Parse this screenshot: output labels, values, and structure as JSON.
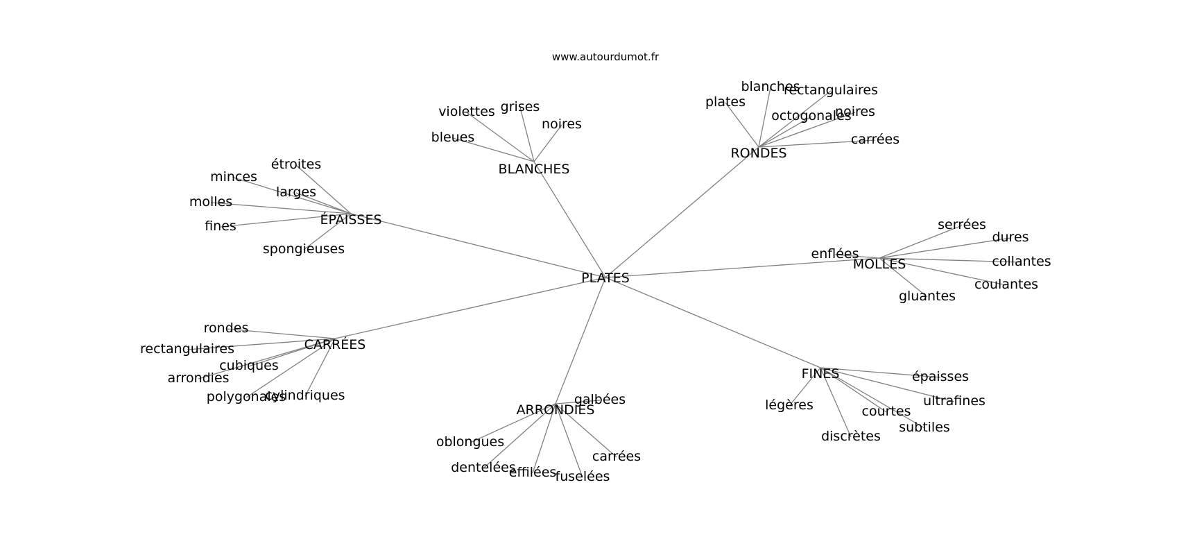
{
  "source": "www.autourdumot.fr",
  "colors": {
    "edge": "#808080",
    "text": "#000000",
    "background": "#ffffff"
  },
  "graph": {
    "root": "PLATES",
    "groups": [
      {
        "id": "blanches",
        "label": "BLANCHES",
        "children": [
          "violettes",
          "grises",
          "noires",
          "bleues"
        ]
      },
      {
        "id": "rondes",
        "label": "RONDES",
        "children": [
          "plates",
          "blanches",
          "rectangulaires",
          "octogonales",
          "noires",
          "carrées"
        ]
      },
      {
        "id": "epaisses",
        "label": "ÉPAISSES",
        "children": [
          "étroites",
          "minces",
          "larges",
          "molles",
          "fines",
          "spongieuses"
        ]
      },
      {
        "id": "molles",
        "label": "MOLLES",
        "children": [
          "serrées",
          "dures",
          "enflées",
          "collantes",
          "coulantes",
          "gluantes"
        ]
      },
      {
        "id": "carrees",
        "label": "CARRÉES",
        "children": [
          "rondes",
          "rectangulaires",
          "cubiques",
          "arrondies",
          "polygonales",
          "cylindriques"
        ]
      },
      {
        "id": "fines",
        "label": "FINES",
        "children": [
          "épaisses",
          "ultrafines",
          "légères",
          "courtes",
          "subtiles",
          "discrètes"
        ]
      },
      {
        "id": "arrondies",
        "label": "ARRONDIES",
        "children": [
          "galbées",
          "oblongues",
          "carrées",
          "dentelées",
          "effilées",
          "fuselées"
        ]
      }
    ]
  }
}
